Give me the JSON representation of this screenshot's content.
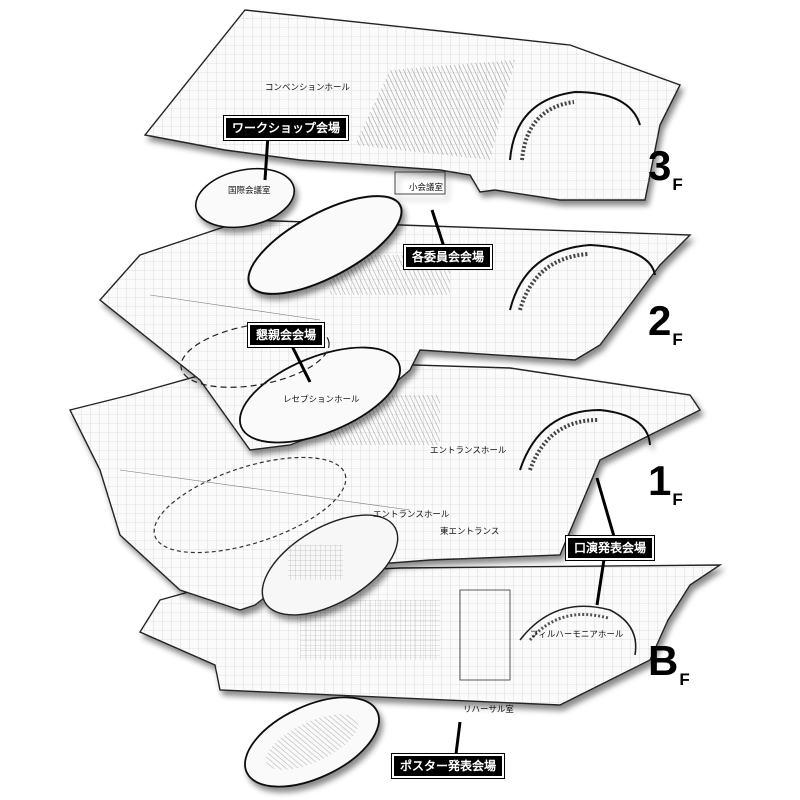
{
  "floors": [
    {
      "label": "3",
      "suffix": "F"
    },
    {
      "label": "2",
      "suffix": "F"
    },
    {
      "label": "1",
      "suffix": "F"
    },
    {
      "label": "B",
      "suffix": "F"
    }
  ],
  "rooms": {
    "convention_hall": "コンベンションホール",
    "intl_conference": "国際会議室",
    "small_conference": "小会議室",
    "reception_hall": "レセプションホール",
    "entrance_hall_1": "エントランスホール",
    "entrance_hall_2": "エントランスホール",
    "east_entrance": "東エントランス",
    "philharmonia_hall": "フィルハーモニアホール",
    "rehearsal_room": "リハーサル室"
  },
  "callouts": {
    "workshop": "ワークショップ会場",
    "committee": "各委員会会場",
    "reception": "懇親会会場",
    "oral": "口演発表会場",
    "poster": "ポスター発表会場"
  }
}
